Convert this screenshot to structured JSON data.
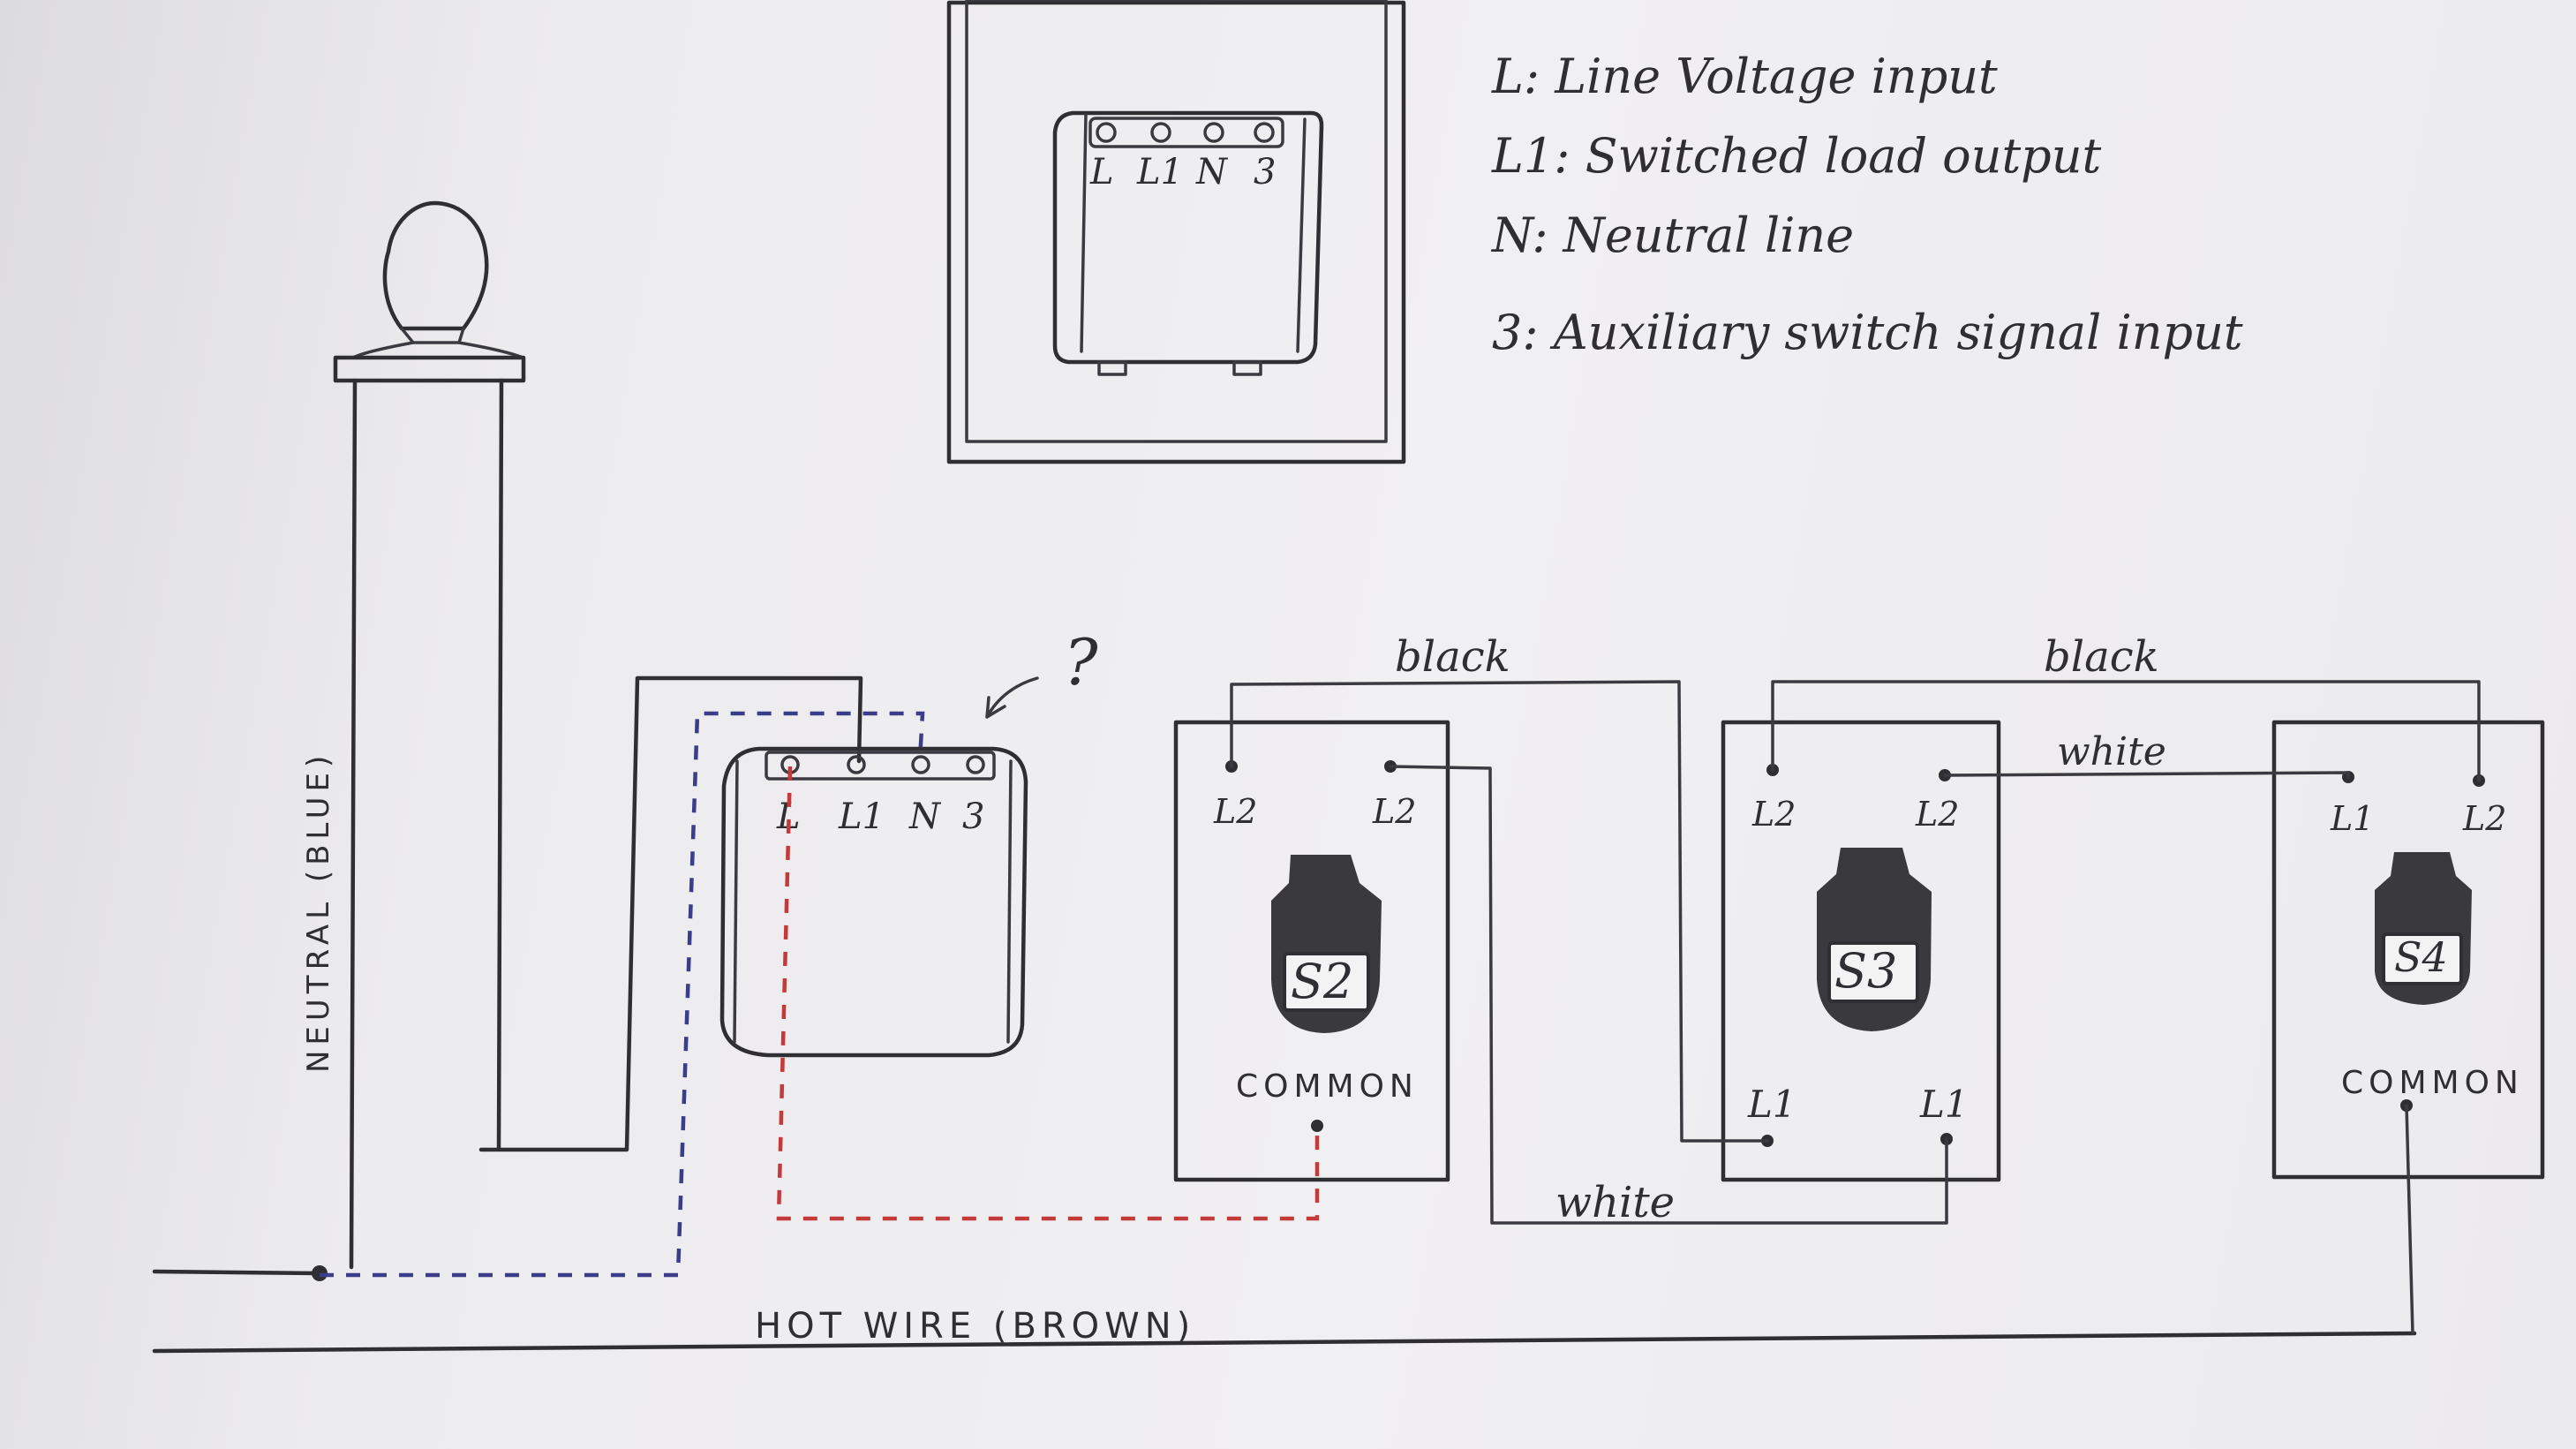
{
  "legend": {
    "items": [
      "L: Line Voltage input",
      "L1: Switched load output",
      "N: Neutral line",
      "3: Auxiliary switch signal input"
    ]
  },
  "module_top": {
    "terminals": [
      "L",
      "L1",
      "N",
      "3"
    ]
  },
  "module_main": {
    "terminals": [
      "L",
      "L1",
      "N",
      "3"
    ],
    "question_mark": "?"
  },
  "wires": {
    "neutral_label": "NEUTRAL (BLUE)",
    "hot_label": "HOT WIRE (BROWN)",
    "black_label_1": "black",
    "black_label_2": "black",
    "white_label_1": "white",
    "white_label_2": "white"
  },
  "switches": [
    {
      "id": "S2",
      "label": "S2",
      "top_left": "L2",
      "top_right": "L2",
      "bottom": "COMMON"
    },
    {
      "id": "S3",
      "label": "S3",
      "top_left": "L2",
      "top_right": "L2",
      "bottom_left": "L1",
      "bottom_right": "L1"
    },
    {
      "id": "S4",
      "label": "S4",
      "top_left": "L1",
      "top_right": "L2",
      "bottom": "COMMON"
    }
  ]
}
